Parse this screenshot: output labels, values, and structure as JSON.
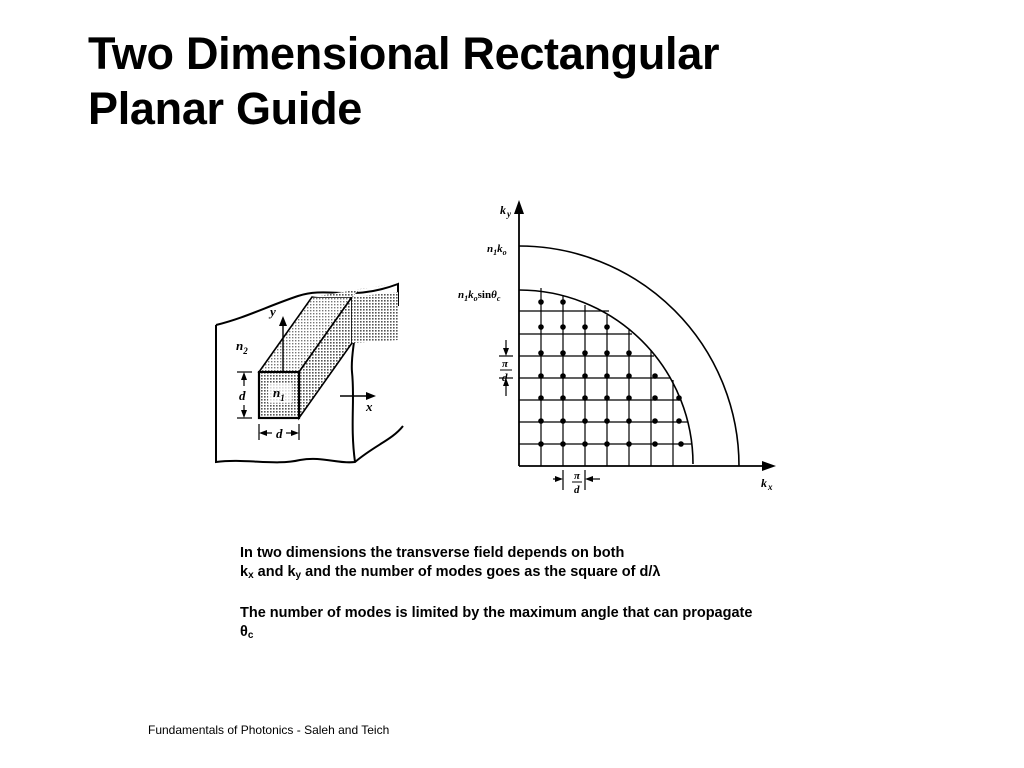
{
  "slide": {
    "title_line1": "Two Dimensional Rectangular",
    "title_line2": "Planar Guide",
    "text": {
      "p1_line1": "In two dimensions the transverse field depends on both",
      "p1_k1": "k",
      "p1_sub_x": "x",
      "p1_and": " and k",
      "p1_sub_y": "y",
      "p1_rest": " and the number of modes goes as the square of d/",
      "p1_lambda": "λ",
      "p2_line1": "The number of modes is limited by the maximum angle that can propagate",
      "p2_theta": "θ",
      "p2_sub_c": "c"
    },
    "footer": "Fundamentals of Photonics - Saleh and Teich"
  },
  "left_diagram": {
    "y_axis": "y",
    "x_axis": "x",
    "n2": "n",
    "n2_sub": "2",
    "n1": "n",
    "n1_sub": "1",
    "d_vertical": "d",
    "d_horizontal": "d"
  },
  "right_diagram": {
    "ky_k": "k",
    "ky_sub": "y",
    "kx_k": "k",
    "kx_sub": "x",
    "outer_label_n": "n",
    "outer_label_n_sub": "1",
    "outer_label_k": "k",
    "outer_label_k_sub": "o",
    "inner_label_n": "n",
    "inner_label_n_sub": "1",
    "inner_label_k": "k",
    "inner_label_k_sub": "o",
    "inner_label_sin": "sin",
    "inner_label_theta": "θ",
    "inner_label_theta_sub": "c",
    "pi_over_d_vertical_num": "π",
    "pi_over_d_vertical_den": "d",
    "pi_over_d_horizontal_num": "π",
    "pi_over_d_horizontal_den": "d"
  }
}
